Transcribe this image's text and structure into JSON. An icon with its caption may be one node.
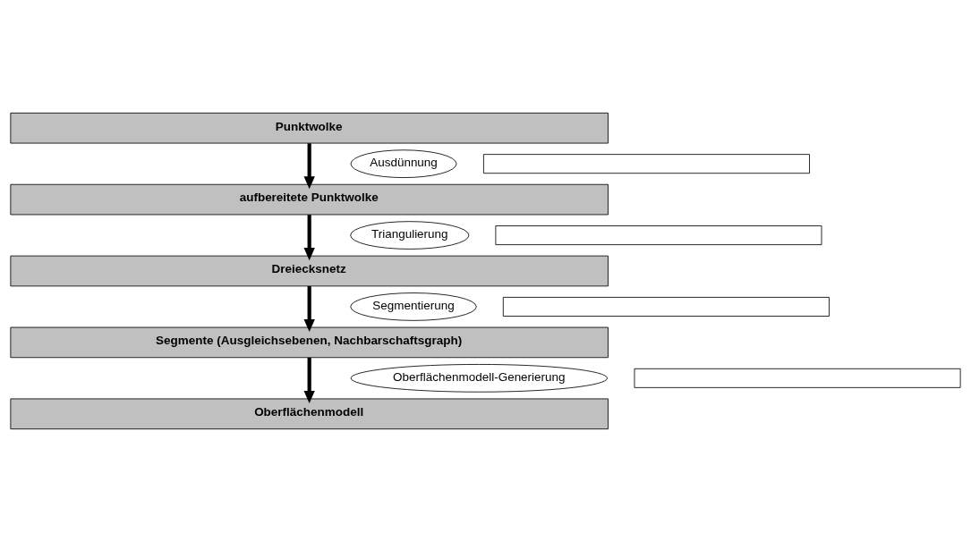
{
  "diagram": {
    "nodes": [
      {
        "text": [
          "Punktwolke"
        ]
      },
      {
        "text": [
          "Ausdünnung"
        ]
      },
      {
        "text": [],
        "shape": "bar"
      },
      {
        "text": [
          "aufbereitete Punktwolke"
        ]
      },
      {
        "text": [
          "Triangulierung"
        ]
      },
      {
        "text": [],
        "shape": "bar"
      },
      {
        "text": [
          "Dreiecksnetz"
        ]
      },
      {
        "text": [
          "Segmentierung"
        ]
      },
      {
        "text": [],
        "shape": "bar"
      },
      {
        "text": [
          "Segmente (Ausgleichsebenen, Nachbarschaftsgraph)"
        ]
      },
      {
        "text": [
          "Oberflächenmodell-Generierung"
        ]
      },
      {
        "text": [],
        "shape": "bar"
      },
      {
        "text": [
          "Oberflächenmodell"
        ]
      }
    ],
    "edges": [
      {
        "from": 0,
        "to": 3,
        "arrow": "to"
      },
      {
        "from": 3,
        "to": 6,
        "arrow": "to"
      },
      {
        "from": 6,
        "to": 9,
        "arrow": "to"
      },
      {
        "from": 9,
        "to": 12,
        "arrow": "to"
      }
    ]
  }
}
